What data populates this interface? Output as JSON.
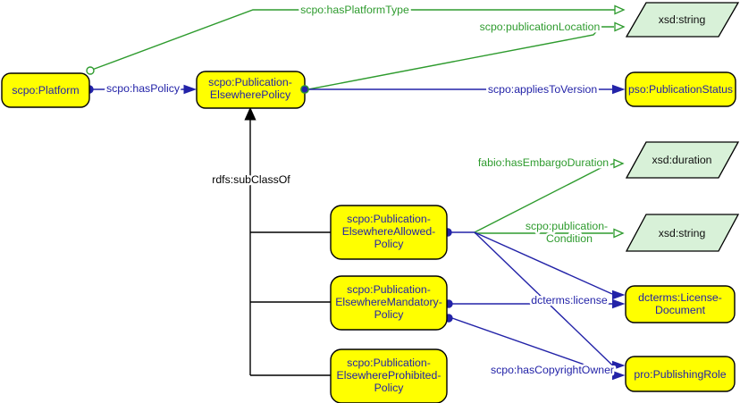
{
  "diagram": {
    "title": "scpo Publication-Elsewhere Policy ontology diagram",
    "colors": {
      "class_fill": "#ffff00",
      "class_border": "#000000",
      "class_text": "#2323a8",
      "datatype_fill": "#d8f1d8",
      "datatype_text": "#101010",
      "object_property": "#2323a8",
      "datatype_property": "#2e9b2e",
      "subclass_edge": "#000000"
    },
    "nodes": {
      "platform": {
        "label": "scpo:Platform"
      },
      "policy": {
        "line1": "scpo:Publication-",
        "line2": "ElsewherePolicy"
      },
      "publication_status": {
        "label": "pso:PublicationStatus"
      },
      "allowed": {
        "line1": "scpo:Publication-",
        "line2": "ElsewhereAllowed-",
        "line3": "Policy"
      },
      "mandatory": {
        "line1": "scpo:Publication-",
        "line2": "ElsewhereMandatory-",
        "line3": "Policy"
      },
      "prohibited": {
        "line1": "scpo:Publication-",
        "line2": "ElsewhereProhibited-",
        "line3": "Policy"
      },
      "license_document": {
        "line1": "dcterms:License-",
        "line2": "Document"
      },
      "publishing_role": {
        "label": "pro:PublishingRole"
      }
    },
    "datatypes": {
      "string_top": {
        "label": "xsd:string"
      },
      "duration": {
        "label": "xsd:duration"
      },
      "string_mid": {
        "label": "xsd:string"
      }
    },
    "edges": {
      "has_platform_type": {
        "label": "scpo:hasPlatformType"
      },
      "publication_location": {
        "label": "scpo:publicationLocation"
      },
      "has_policy": {
        "label": "scpo:hasPolicy"
      },
      "applies_to_version": {
        "label": "scpo:appliesToVersion"
      },
      "subclass_of": {
        "label": "rdfs:subClassOf"
      },
      "has_embargo_duration": {
        "label": "fabio:hasEmbargoDuration"
      },
      "publication_condition": {
        "line1": "scpo:publication-",
        "line2": "Condition"
      },
      "license": {
        "label": "dcterms:license"
      },
      "has_copyright_owner": {
        "label": "scpo:hasCopyrightOwner"
      }
    }
  }
}
